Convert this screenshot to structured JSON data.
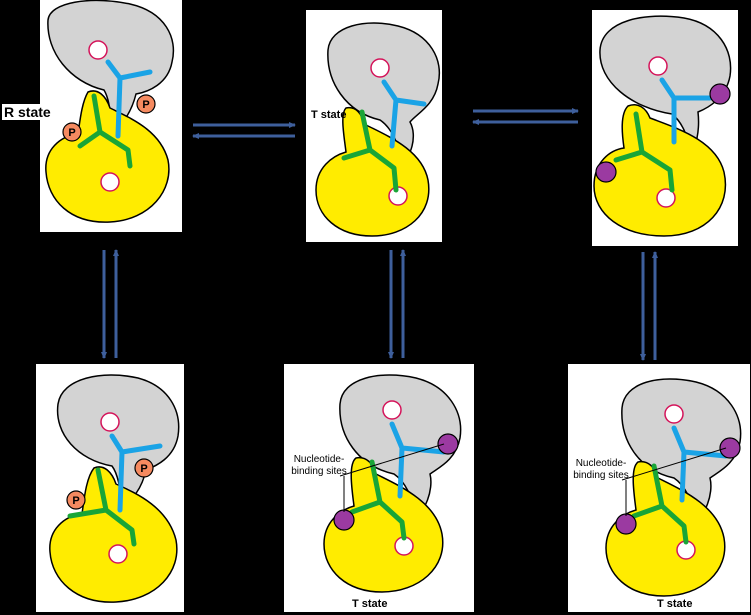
{
  "labels": {
    "r_state": "R state",
    "t_state_top": "T state",
    "t_state_bottom_middle": "T state",
    "t_state_bottom_right": "T state",
    "site_mid_line1": "Nucleotide-",
    "site_mid_line2": "binding sites",
    "site_right_line1": "Nucleotide-",
    "site_right_line2": "binding sites",
    "phospho": "P"
  },
  "colors": {
    "background": "#000000",
    "gray_subunit": "#d3d3d3",
    "yellow_subunit": "#ffec00",
    "blue_helix": "#1aa3e6",
    "green_helix": "#19a537",
    "circle_outline": "#d4145a",
    "phospho_fill": "#f58a60",
    "nucleotide_fill": "#9b3aa1",
    "arrow": "#3e5f9c"
  }
}
